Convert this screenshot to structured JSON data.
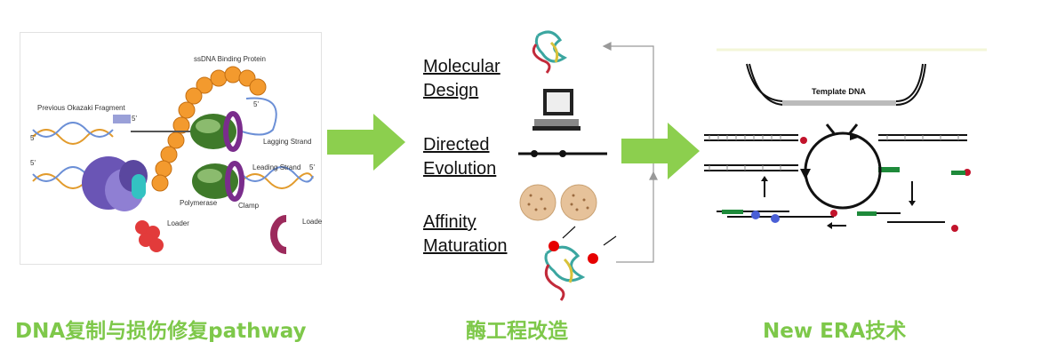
{
  "panel1": {
    "caption": "DNA复制与损伤修复pathway",
    "labels": {
      "ssdna": "ssDNA Binding Protein",
      "okazaki": "Previous Okazaki Fragment",
      "five_prime": "5'",
      "lagging": "Lagging Strand",
      "leading": "Leading Strand",
      "polymerase": "Polymerase",
      "clamp": "Clamp",
      "loader": "Loader"
    }
  },
  "panel2": {
    "caption": "酶工程改造",
    "steps": [
      {
        "line1": "Molecular",
        "line2": "Design"
      },
      {
        "line1": "Directed",
        "line2": "Evolution"
      },
      {
        "line1": "Affinity",
        "line2": "Maturation"
      }
    ]
  },
  "panel3": {
    "caption": "New ERA技术",
    "template_label": "Template DNA"
  },
  "colors": {
    "caption_green": "#7ec84a",
    "arrow_green": "#8ccf4e",
    "polymerase_green": "#3f7a2a",
    "helicase_purple": "#6a55b5",
    "ssb_orange": "#f39a2e",
    "clamp_purple": "#7a2d8c",
    "loader_red": "#e23b3b"
  }
}
